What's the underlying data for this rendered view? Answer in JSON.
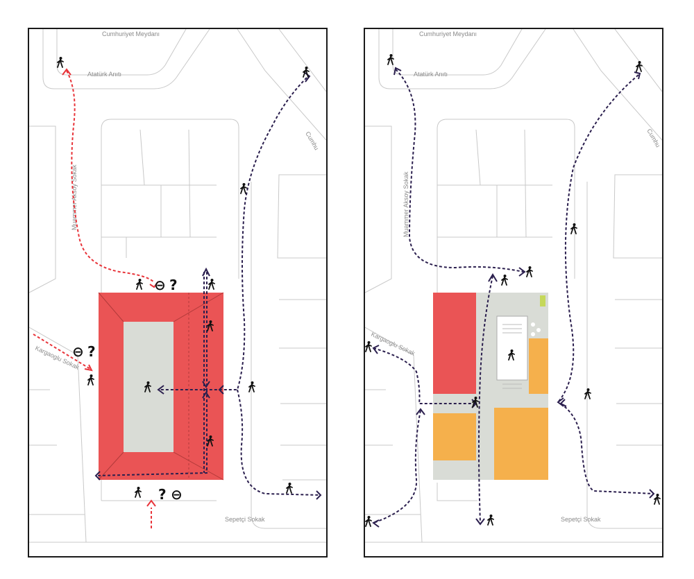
{
  "colors": {
    "red_block": "#ea5455",
    "orange_block": "#f5b04c",
    "courtyard": "#d9dcd6",
    "street_line": "#c8c8c8",
    "path_red": "#e8343a",
    "path_purple": "#2b1f4e",
    "accent_green": "#c5d85a"
  },
  "labels": {
    "cumhuriyet_meydani": "Cumhuriyet Meydanı",
    "ataturk_aniti": "Atatürk Anıtı",
    "cumhuriyet": "Cumhu",
    "muammer": "Muammer Aksoy Sokak",
    "kargaoglu": "Kargaoglu Sokak",
    "sepetci": "Sepetçi Sokak"
  },
  "symbols": {
    "question": "?",
    "no_entry": "⊖"
  },
  "icons": {
    "pedestrian": "pedestrian-icon"
  },
  "panels": [
    {
      "name": "existing-situation"
    },
    {
      "name": "proposed-situation"
    }
  ]
}
